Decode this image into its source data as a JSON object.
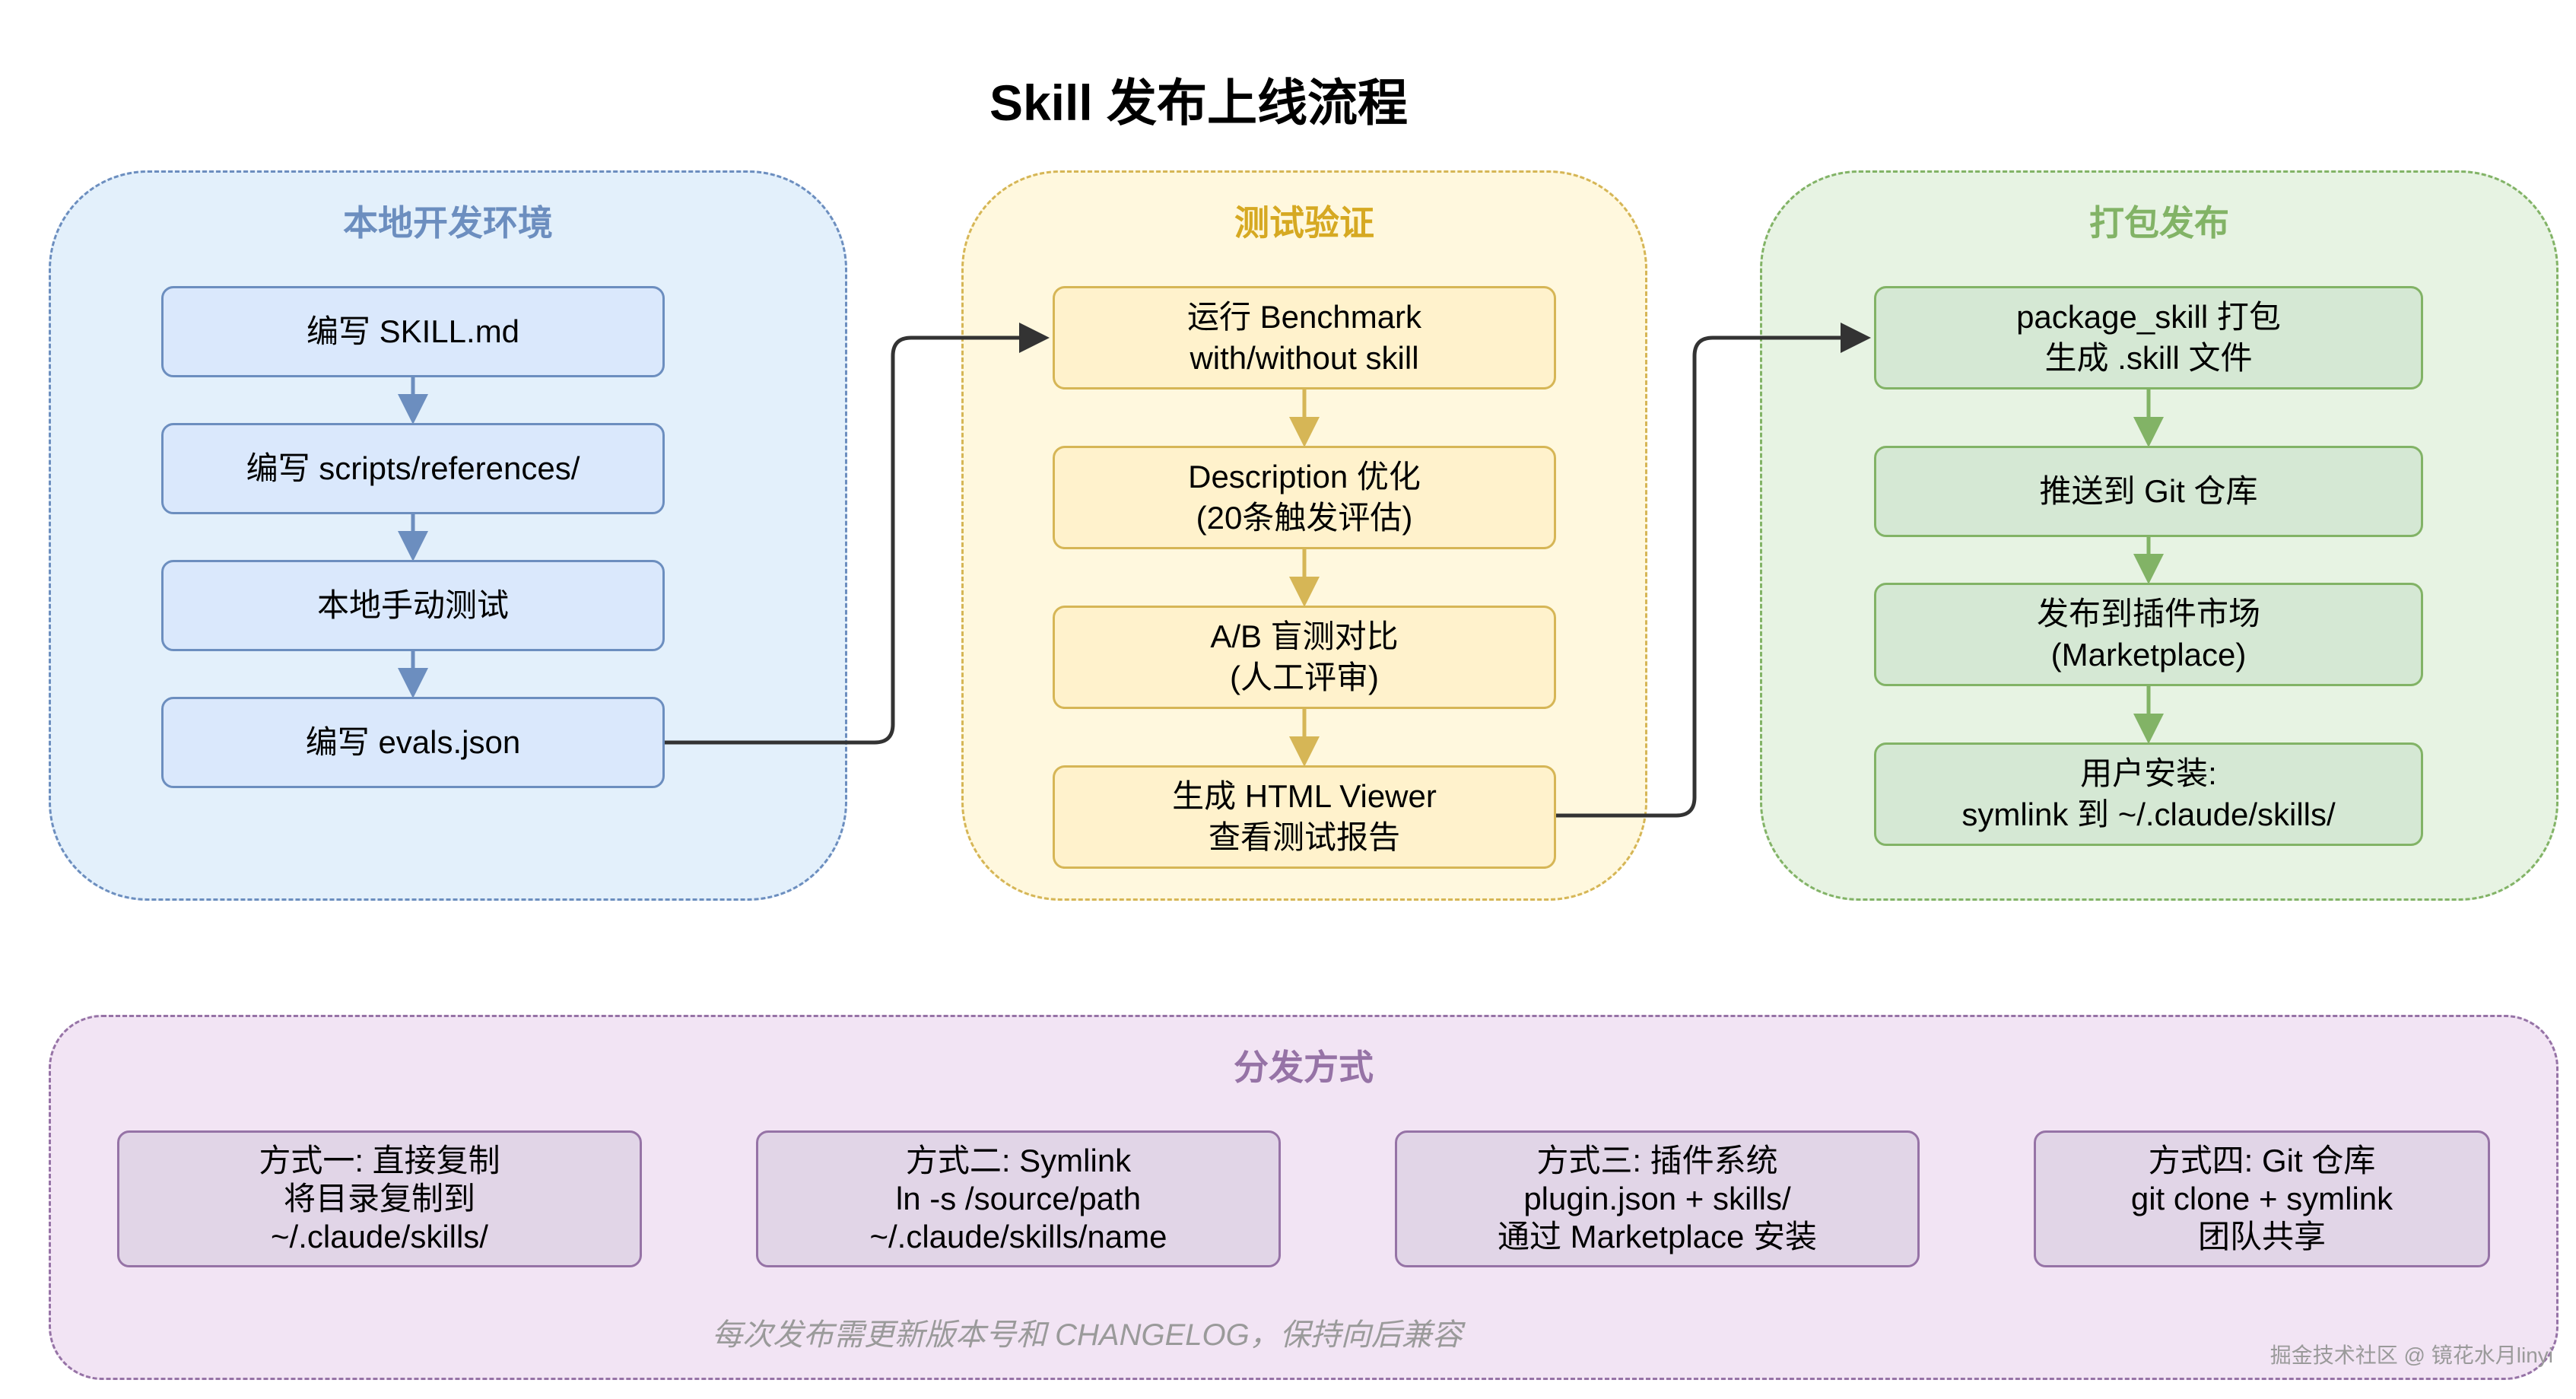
{
  "title": "Skill 发布上线流程",
  "groups": {
    "local": {
      "label": "本地开发环境",
      "steps": [
        {
          "lines": [
            "编写 SKILL.md"
          ]
        },
        {
          "lines": [
            "编写 scripts/references/"
          ]
        },
        {
          "lines": [
            "本地手动测试"
          ]
        },
        {
          "lines": [
            "编写 evals.json"
          ]
        }
      ]
    },
    "test": {
      "label": "测试验证",
      "steps": [
        {
          "lines": [
            "运行 Benchmark",
            "with/without skill"
          ]
        },
        {
          "lines": [
            "Description 优化",
            "(20条触发评估)"
          ]
        },
        {
          "lines": [
            "A/B 盲测对比",
            "(人工评审)"
          ]
        },
        {
          "lines": [
            "生成 HTML Viewer",
            "查看测试报告"
          ]
        }
      ]
    },
    "release": {
      "label": "打包发布",
      "steps": [
        {
          "lines": [
            "package_skill 打包",
            "生成 .skill 文件"
          ]
        },
        {
          "lines": [
            "推送到 Git 仓库"
          ]
        },
        {
          "lines": [
            "发布到插件市场",
            "(Marketplace)"
          ]
        },
        {
          "lines": [
            "用户安装:",
            "symlink 到 ~/.claude/skills/"
          ]
        }
      ]
    },
    "distribution": {
      "label": "分发方式",
      "methods": [
        {
          "lines": [
            "方式一: 直接复制",
            "将目录复制到",
            "~/.claude/skills/"
          ]
        },
        {
          "lines": [
            "方式二: Symlink",
            "ln -s /source/path",
            "~/.claude/skills/name"
          ]
        },
        {
          "lines": [
            "方式三: 插件系统",
            "plugin.json + skills/",
            "通过 Marketplace 安装"
          ]
        },
        {
          "lines": [
            "方式四: Git 仓库",
            "git clone + symlink",
            "团队共享"
          ]
        }
      ],
      "note": "每次发布需更新版本号和 CHANGELOG，保持向后兼容"
    }
  },
  "watermark": "掘金技术社区 @ 镜花水月linyi",
  "colors": {
    "blue_fill": "#dae8fc",
    "blue_stroke": "#6c8ebf",
    "yellow_fill": "#fff2cc",
    "yellow_stroke": "#d6b656",
    "green_fill": "#d5e8d4",
    "green_stroke": "#82b366",
    "purple_fill": "#e1d5e7",
    "purple_stroke": "#9673a6",
    "connector": "#333333"
  }
}
